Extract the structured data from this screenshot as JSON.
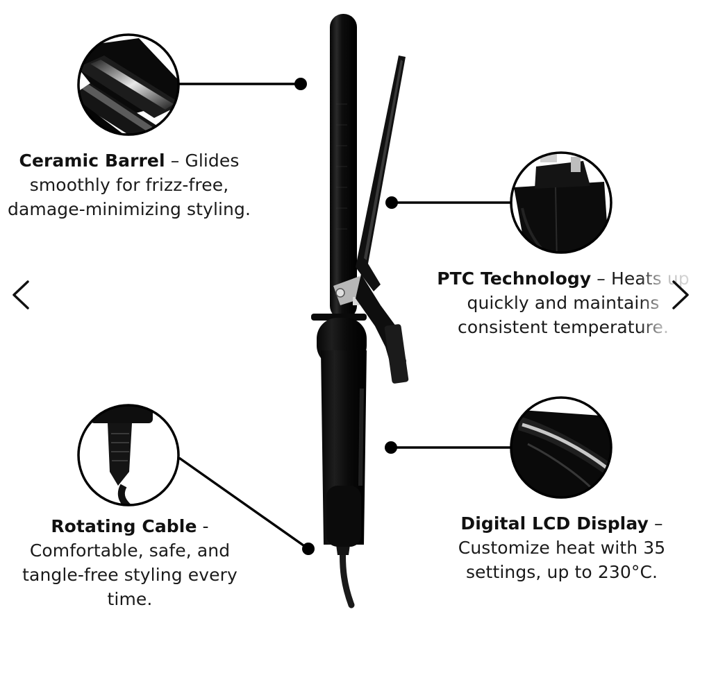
{
  "carousel": {
    "prev_icon": "chevron-left-icon",
    "next_icon": "chevron-right-icon"
  },
  "features": {
    "ceramic": {
      "title": "Ceramic Barrel",
      "separator": " – ",
      "line1": "Glides",
      "line2": "smoothly for frizz-free,",
      "line3": "damage-minimizing styling."
    },
    "ptc": {
      "title": "PTC Technology",
      "separator": " – ",
      "line1": "Heats up",
      "line2": "quickly and maintains",
      "line3": "consistent temperature."
    },
    "rotating": {
      "title": "Rotating Cable",
      "separator": " -",
      "line1": "Comfortable, safe, and",
      "line2": "tangle-free styling every",
      "line3": "time."
    },
    "lcd": {
      "title": "Digital LCD Display",
      "separator": " –",
      "line1": "Customize heat with 35",
      "line2": "settings, up to 230°C."
    }
  },
  "colors": {
    "ink": "#111111",
    "product_black": "#0b0b0b",
    "background": "#ffffff"
  }
}
